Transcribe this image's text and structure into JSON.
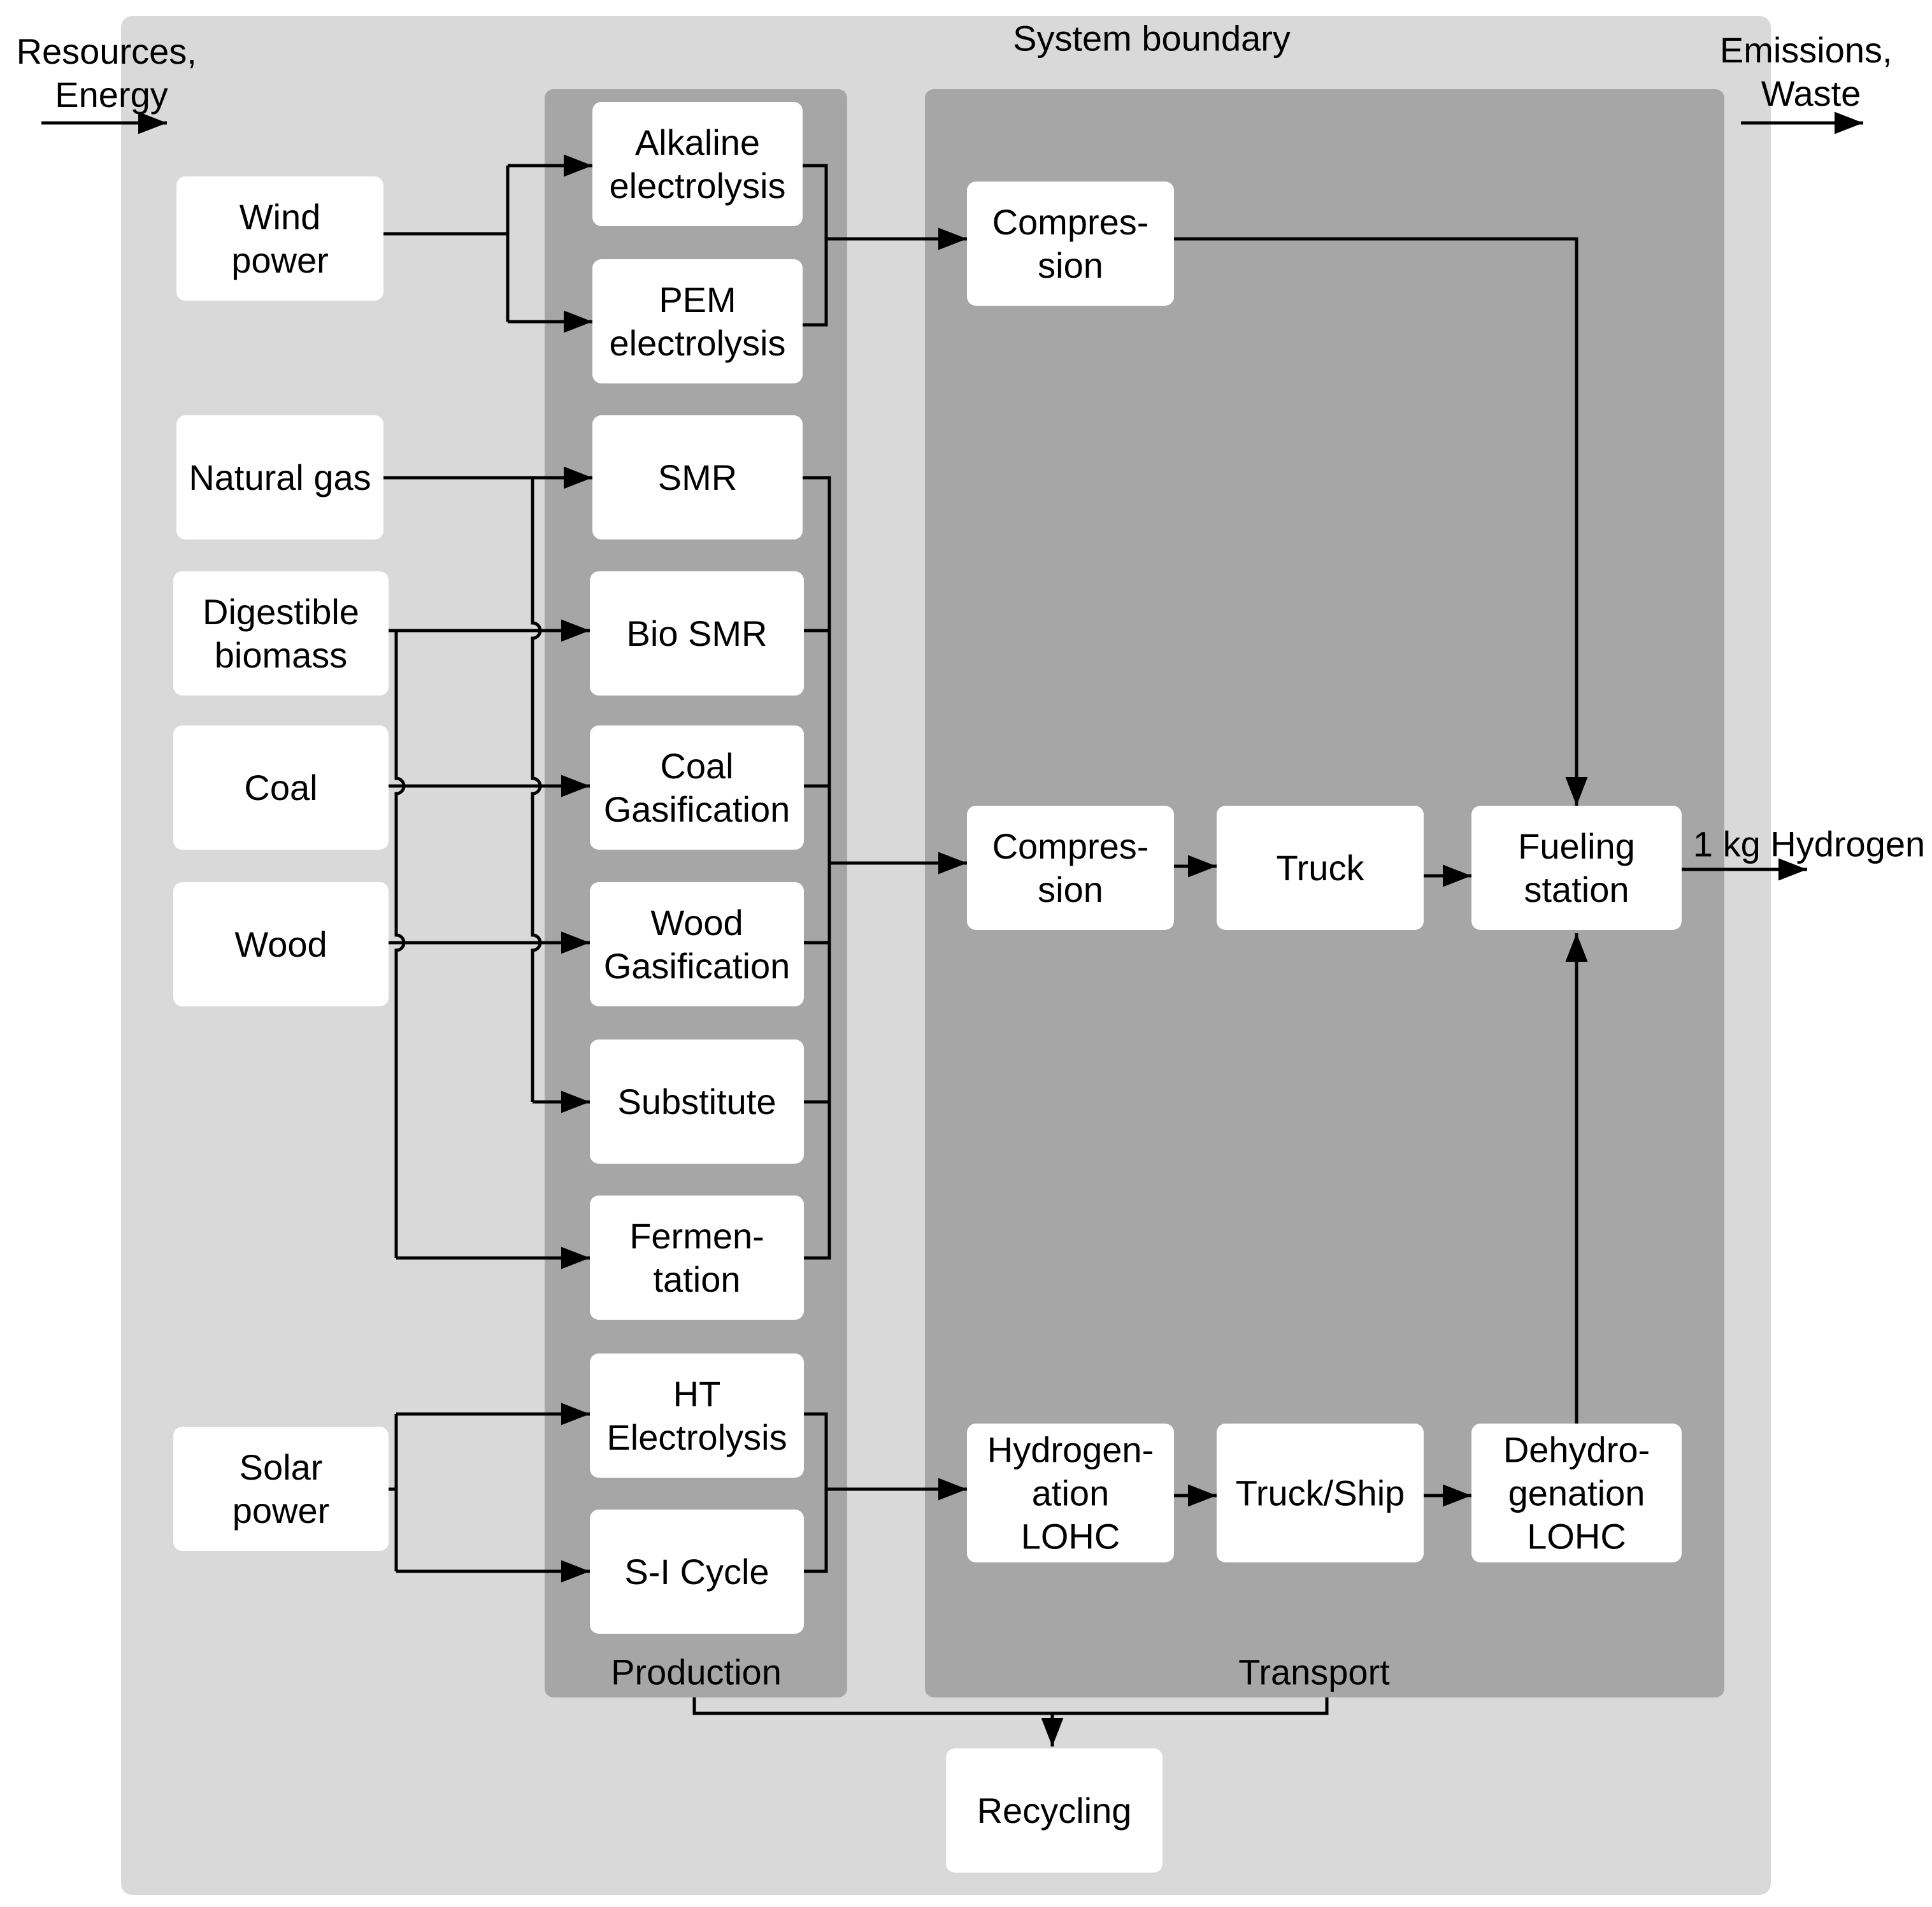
{
  "diagram": {
    "colors": {
      "boundary": "#d9d9d9",
      "panel": "#a6a6a6",
      "box": "#ffffff",
      "line": "#000000",
      "text": "#000000"
    },
    "system_boundary_label": "System boundary",
    "inputs_label": [
      "Resources,",
      "Energy"
    ],
    "outputs_label": [
      "Emissions,",
      "Waste"
    ],
    "product_label": "1 kg Hydrogen",
    "production_label": "Production",
    "transport_label": "Transport",
    "nodes": {
      "wind": [
        "Wind",
        "power"
      ],
      "natgas": [
        "Natural gas"
      ],
      "biomass": [
        "Digestible",
        "biomass"
      ],
      "coal": [
        "Coal"
      ],
      "wood": [
        "Wood"
      ],
      "solar": [
        "Solar",
        "power"
      ],
      "alkaline": [
        "Alkaline",
        "electrolysis"
      ],
      "pem": [
        "PEM",
        "electrolysis"
      ],
      "smr": [
        "SMR"
      ],
      "biosmr": [
        "Bio SMR"
      ],
      "coalgas": [
        "Coal",
        "Gasification"
      ],
      "woodgas": [
        "Wood",
        "Gasification"
      ],
      "substitute": [
        "Substitute"
      ],
      "fermentation": [
        "Fermen-",
        "tation"
      ],
      "htelec": [
        "HT",
        "Electrolysis"
      ],
      "sicycle": [
        "S-I Cycle"
      ],
      "comp1": [
        "Compres-",
        "sion"
      ],
      "comp2": [
        "Compres-",
        "sion"
      ],
      "truck": [
        "Truck"
      ],
      "fueling": [
        "Fueling",
        "station"
      ],
      "hydro": [
        "Hydrogen-",
        "ation",
        "LOHC"
      ],
      "truckship": [
        "Truck/Ship"
      ],
      "dehydro": [
        "Dehydro-",
        "genation",
        "LOHC"
      ],
      "recycling": [
        "Recycling"
      ]
    }
  }
}
